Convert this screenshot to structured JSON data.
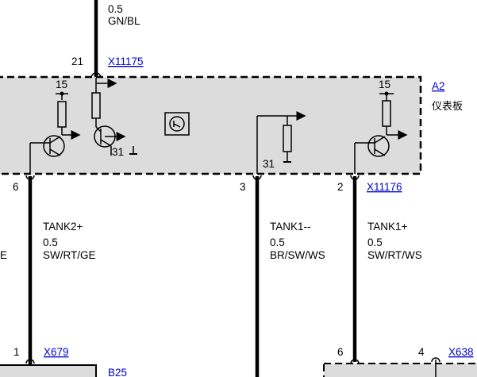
{
  "top_wire": {
    "size": "0.5",
    "color_code": "GN/BL"
  },
  "connector_top": {
    "pin": "21",
    "id": "X11175"
  },
  "module": {
    "id": "A2",
    "name": "仪表板"
  },
  "inner_labels": {
    "left_15": "15",
    "right_15": "15",
    "ground_31_a": "31",
    "ground_31_b": "31"
  },
  "wires": [
    {
      "pin": "6",
      "signal": "TANK2+",
      "size": "0.5",
      "color_code": "SW/RT/GE"
    },
    {
      "pin": "3",
      "signal": "TANK1--",
      "size": "0.5",
      "color_code": "BR/SW/WS"
    },
    {
      "pin": "2",
      "connector": "X11176",
      "signal": "TANK1+",
      "size": "0.5",
      "color_code": "SW/RT/WS"
    }
  ],
  "left_partial_color": "E",
  "bottom_left": {
    "pin": "1",
    "connector": "X679",
    "component": "B25"
  },
  "bottom_right": {
    "pin_a": "6",
    "pin_b": "4",
    "connector": "X638"
  },
  "colors": {
    "link": "#0000cc",
    "box_fill": "#dcdcdc",
    "wire": "#000000"
  }
}
